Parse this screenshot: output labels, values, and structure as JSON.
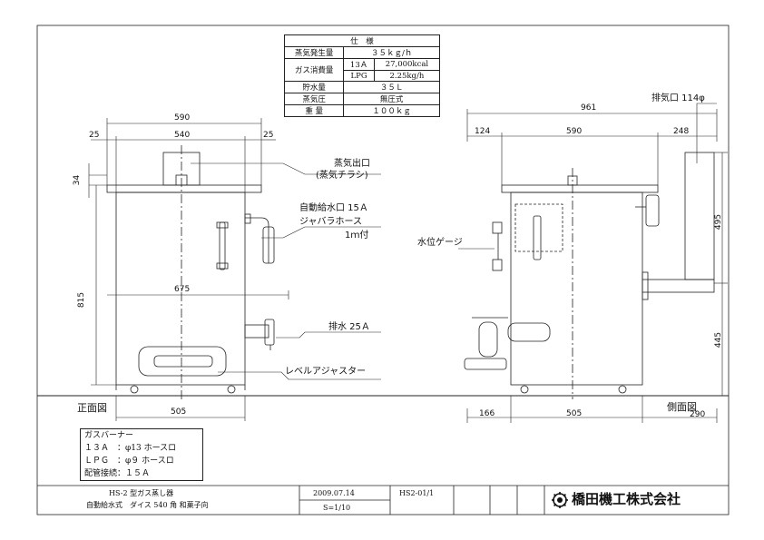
{
  "spec_table": {
    "title": "仕　様",
    "rows": [
      {
        "label": "蒸気発生量",
        "value": "３５ｋｇ/ｈ"
      },
      {
        "label": "ガス消費量",
        "sub": "13Ａ",
        "value": "27,000kcal"
      },
      {
        "label": "",
        "sub": "LPG",
        "value": "2.25kg/h"
      },
      {
        "label": "貯水量",
        "value": "３５Ｌ"
      },
      {
        "label": "蒸気圧",
        "value": "無圧式"
      },
      {
        "label": "重 量",
        "value": "１００ｋｇ"
      }
    ]
  },
  "front_view": {
    "title": "正面図",
    "dims": {
      "width_total": "590",
      "side_left": "25",
      "inner": "540",
      "side_right": "25",
      "top_height": "34",
      "body_height": "815",
      "pipe_span": "675",
      "base": "505"
    }
  },
  "side_view": {
    "title": "側面図",
    "dims": {
      "total": "961",
      "left": "124",
      "mid": "590",
      "right": "248",
      "upper_height": "495",
      "lower_height": "445",
      "base_left": "166",
      "base": "505",
      "base_right": "290"
    }
  },
  "callouts": {
    "steam_outlet": "蒸気出口",
    "steam_outlet_note": "(蒸気チラシ)",
    "water_supply": "自動給水口 15Ａ",
    "bellows_hose": "ジャバラホース",
    "hose_length": "1ｍ付",
    "drain": "排水 25Ａ",
    "leveler": "レベルアジャスター",
    "water_gauge": "水位ゲージ",
    "exhaust": "排気口 114φ"
  },
  "burner": {
    "title": "ガスバーナー",
    "lines": [
      "１３Ａ　：φ13 ホースロ",
      "ＬＰＧ　：φ９ ホースロ",
      "配管接続：１５Ａ"
    ]
  },
  "title_block": {
    "model": "HS-2 型ガス蒸し器",
    "description": "自動給水式　ダイス 540 角 和菓子向",
    "date": "2009.07.14",
    "scale": "S=1/10",
    "drawing_no": "HS2-01/1",
    "company": "橋田機工株式会社",
    "logo_icon": "company-logo-icon"
  }
}
